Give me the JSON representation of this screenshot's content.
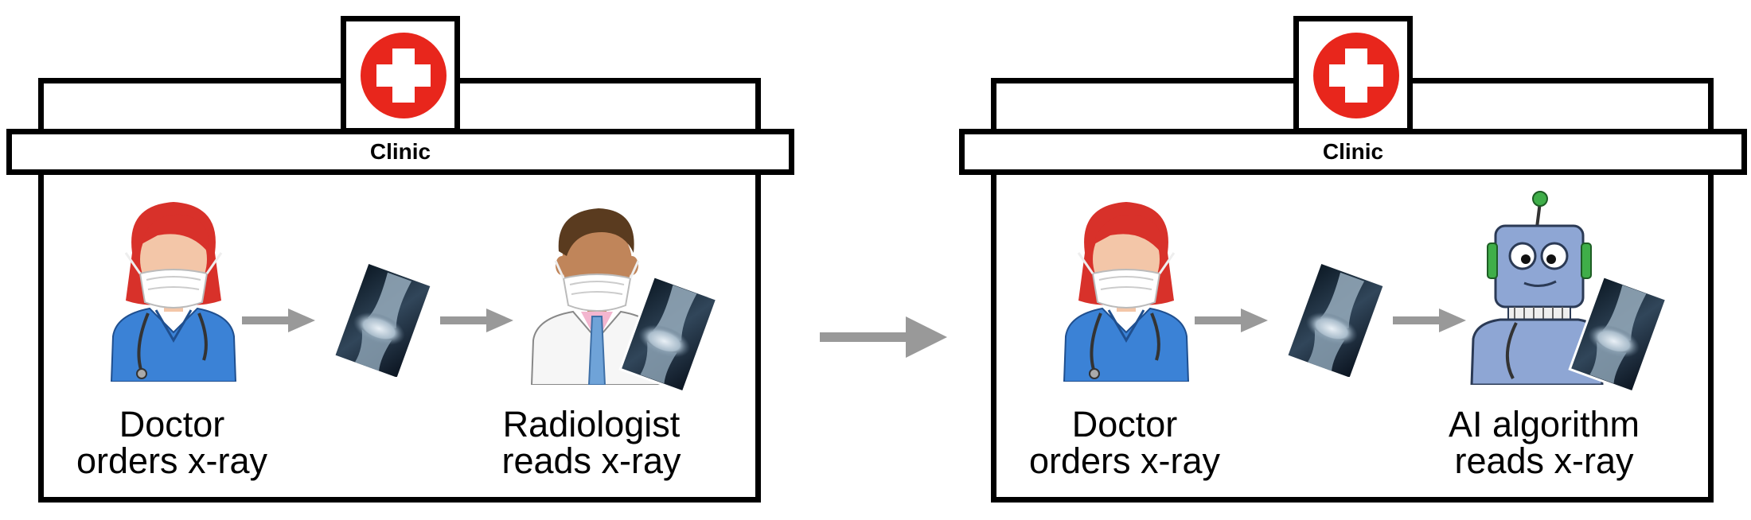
{
  "panels": [
    {
      "clinic_label": "Clinic",
      "step1": {
        "line1": "Doctor",
        "line2": "orders x-ray"
      },
      "step2": {
        "line1": "Radiologist",
        "line2": "reads x-ray"
      }
    },
    {
      "clinic_label": "Clinic",
      "step1": {
        "line1": "Doctor",
        "line2": "orders x-ray"
      },
      "step2": {
        "line1": "AI algorithm",
        "line2": "reads x-ray"
      }
    }
  ],
  "colors": {
    "cross_red": "#e8261c",
    "arrow_gray": "#999999",
    "scrubs_blue": "#3b82d6",
    "hair_red": "#d8312a",
    "robot_blue": "#8ea6d4"
  }
}
